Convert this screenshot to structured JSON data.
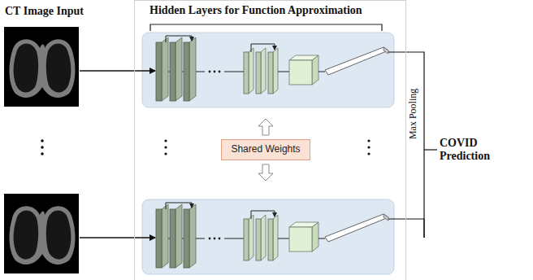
{
  "diagram": {
    "nodes": [
      {
        "text": [
          "Hidden Layers for Function Approximation"
        ]
      },
      {
        "text": [
          "Shared Weights"
        ],
        "in": 0
      }
    ],
    "labels": [
      "CT Image Input",
      "Max Pooling",
      "COVID Prediction"
    ]
  }
}
